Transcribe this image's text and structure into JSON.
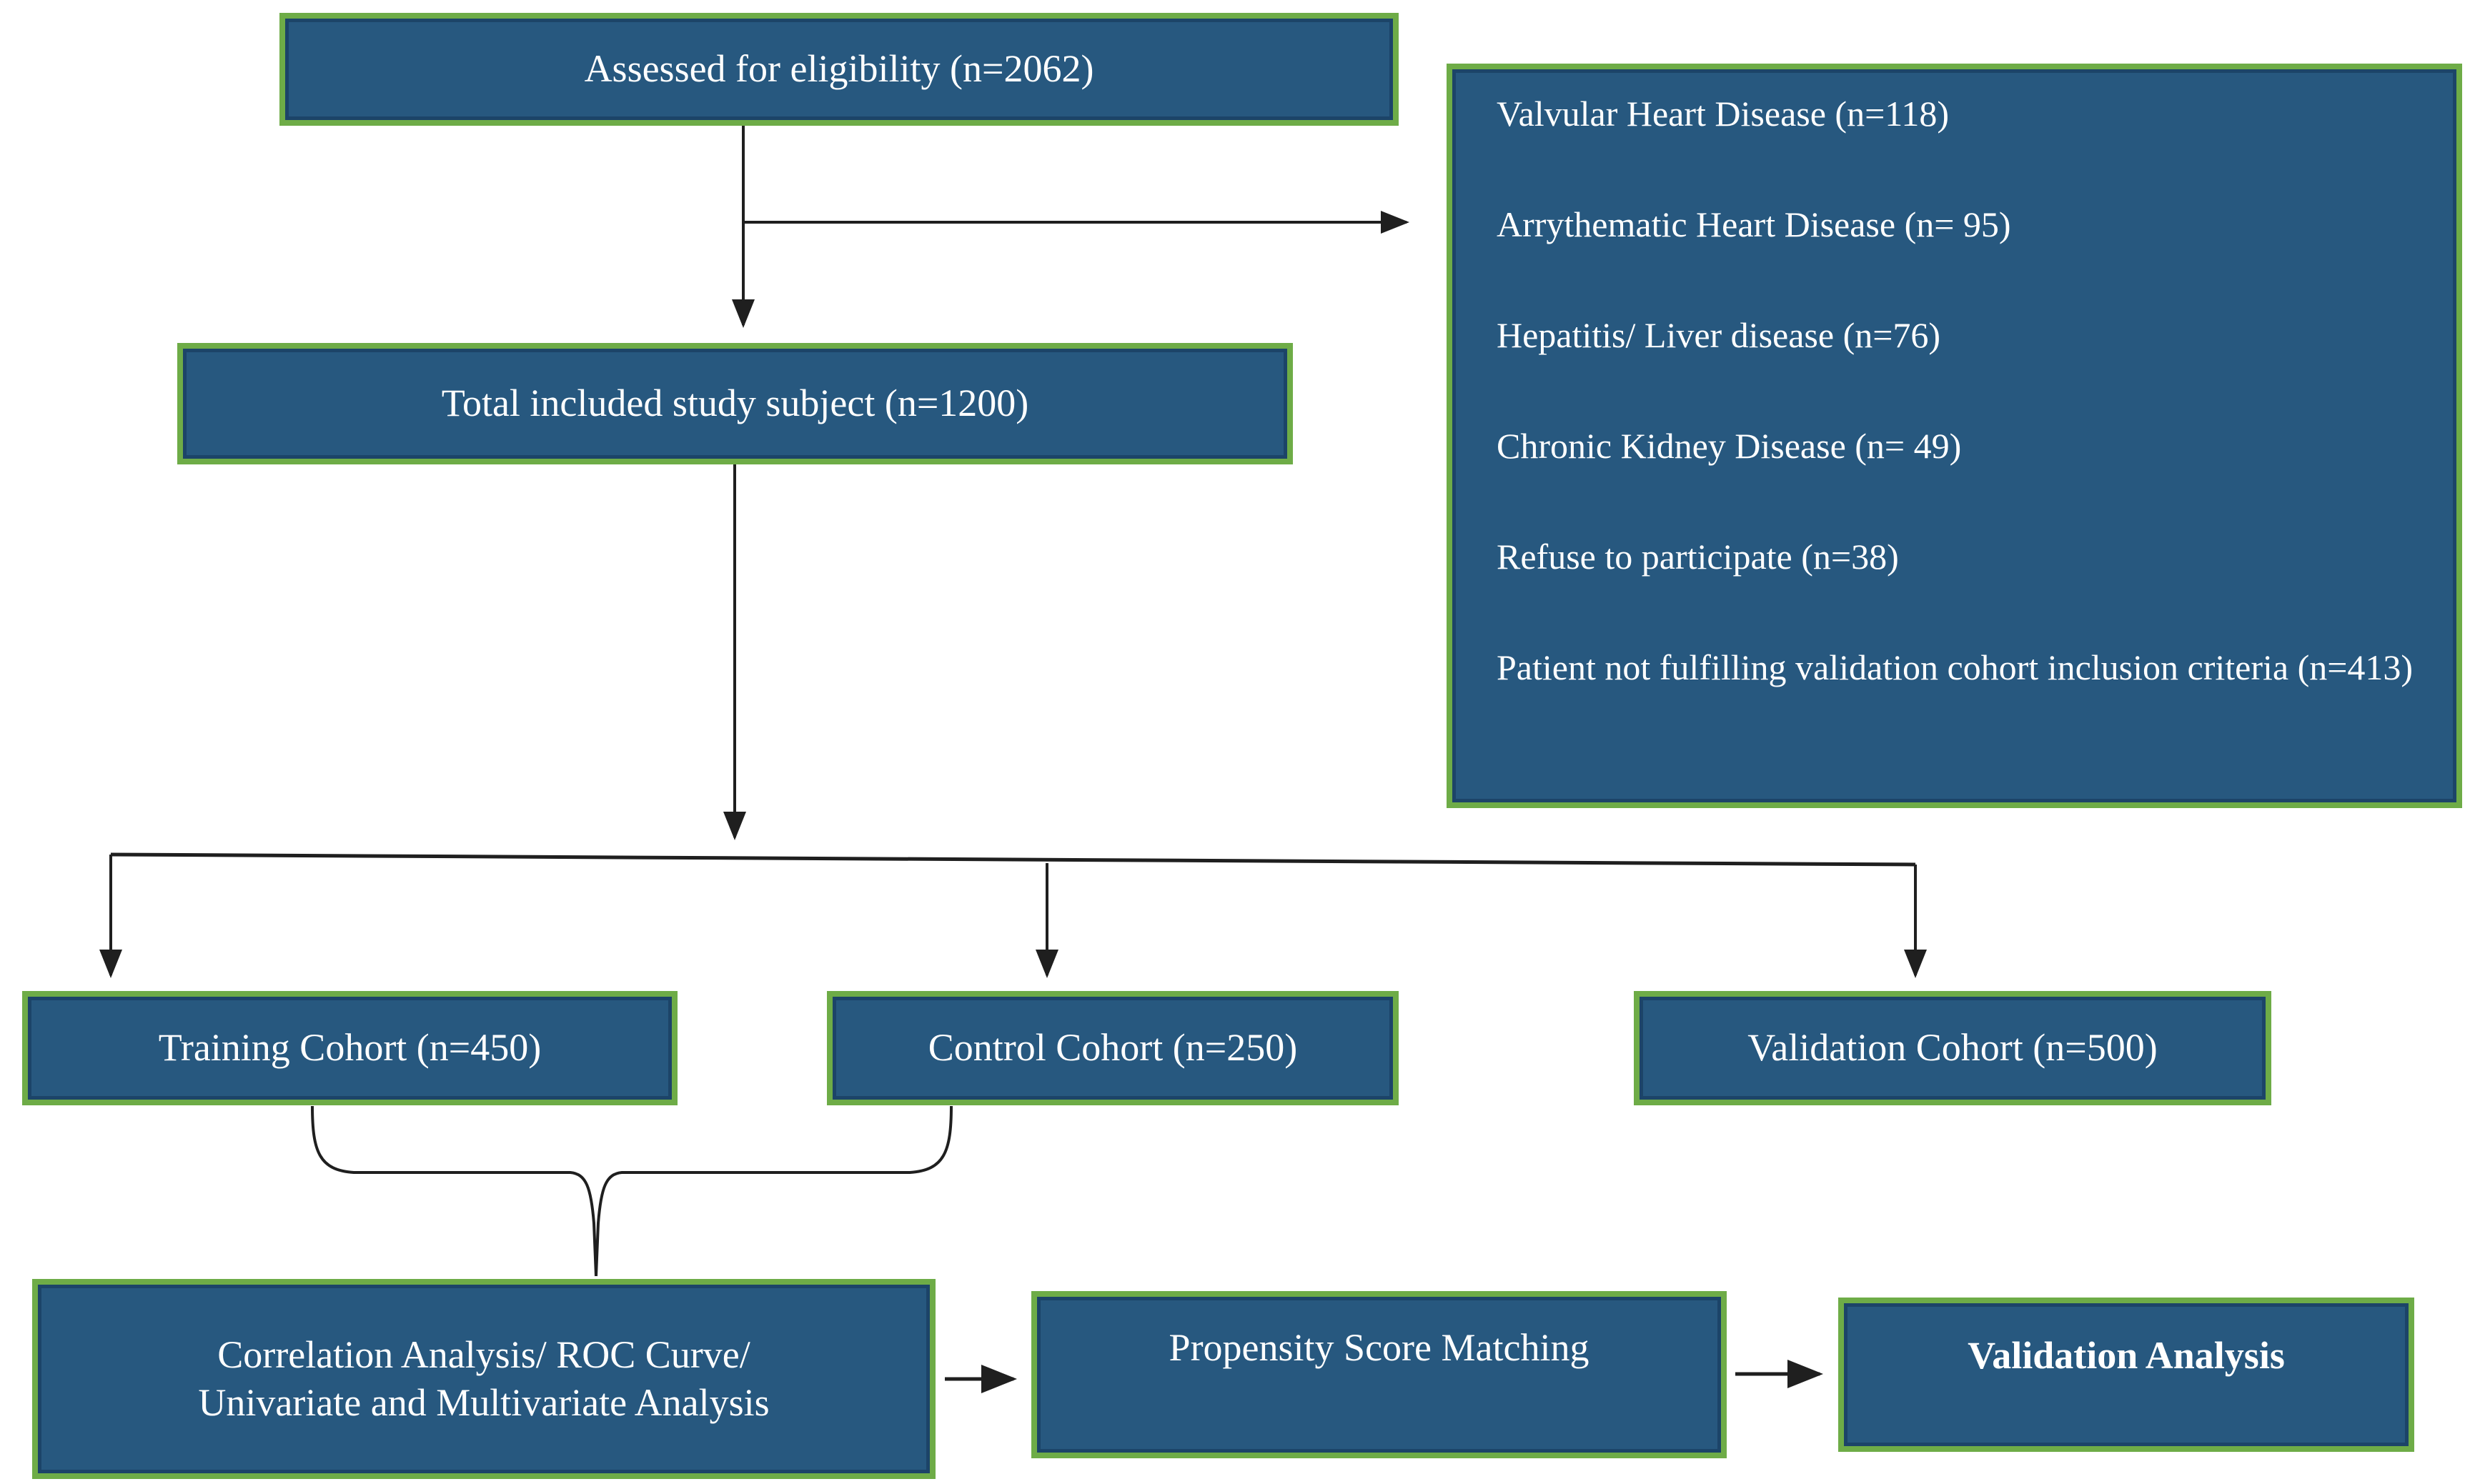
{
  "diagram": {
    "nodes": {
      "assessed": {
        "label": "Assessed for eligibility (n=2062)"
      },
      "exclusions": {
        "items": [
          "Valvular Heart Disease (n=118)",
          "Arrythematic Heart Disease (n= 95)",
          "Hepatitis/ Liver disease (n=76)",
          "Chronic Kidney Disease (n= 49)",
          "Refuse to participate (n=38)",
          "Patient not fulfilling validation cohort inclusion criteria (n=413)"
        ]
      },
      "total": {
        "label": "Total included study subject (n=1200)"
      },
      "training": {
        "label": "Training Cohort (n=450)"
      },
      "control": {
        "label": "Control Cohort (n=250)"
      },
      "validation": {
        "label": "Validation Cohort (n=500)"
      },
      "correlation": {
        "lines": [
          "Correlation Analysis/ ROC Curve/",
          "Univariate and Multivariate Analysis"
        ]
      },
      "propensity": {
        "label": "Propensity Score Matching"
      },
      "validation_analysis": {
        "label": "Validation Analysis"
      }
    },
    "colors": {
      "box_fill": "#27587F",
      "box_border": "#6EAC47",
      "box_inner_line": "#1C4468",
      "text": "#FFFFFF",
      "connector": "#1F1F1F",
      "background": "#FFFFFF"
    }
  }
}
